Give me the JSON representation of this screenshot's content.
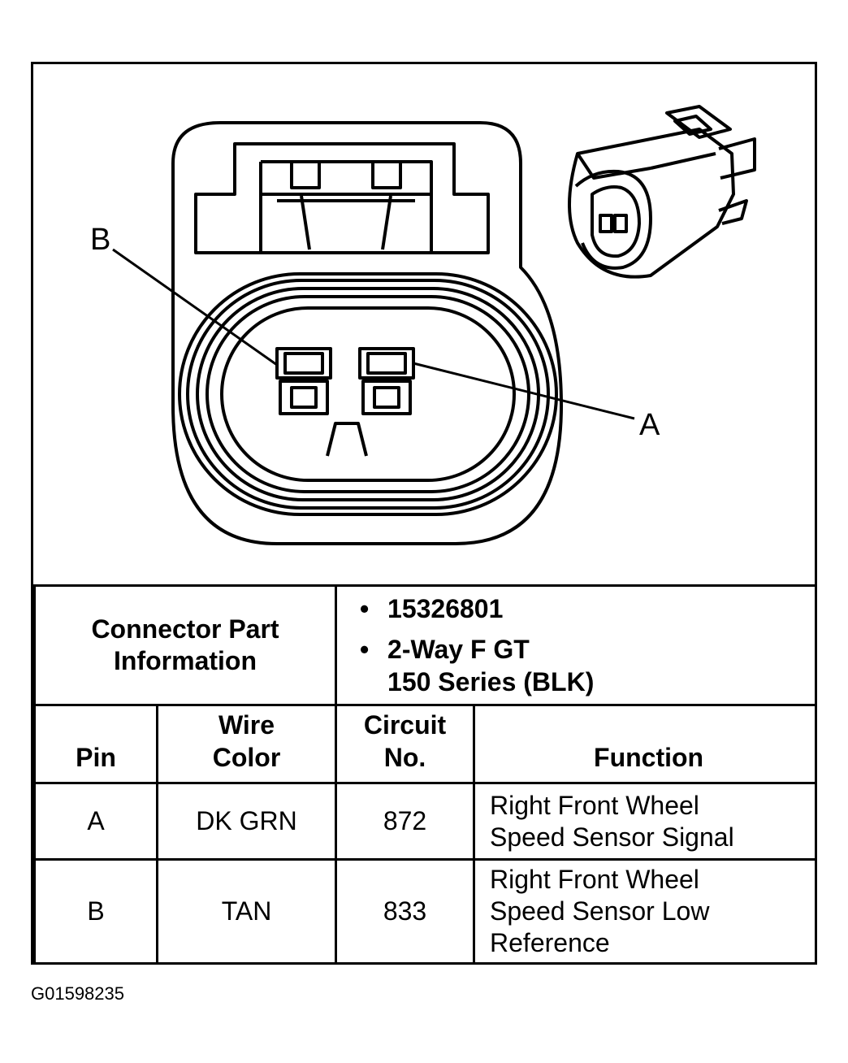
{
  "labels": {
    "pin_b": "B",
    "pin_a": "A"
  },
  "connector_info": {
    "label_line1": "Connector Part",
    "label_line2": "Information",
    "part_number": "15326801",
    "description_line1": "2-Way F GT",
    "description_line2": "150 Series (BLK)"
  },
  "table": {
    "headers": {
      "pin": "Pin",
      "wire_color_line1": "Wire",
      "wire_color_line2": "Color",
      "circuit_line1": "Circuit",
      "circuit_line2": "No.",
      "function": "Function"
    },
    "rows": [
      {
        "pin": "A",
        "wire_color": "DK GRN",
        "circuit": "872",
        "function_lines": [
          "Right Front Wheel",
          "Speed Sensor Signal"
        ]
      },
      {
        "pin": "B",
        "wire_color": "TAN",
        "circuit": "833",
        "function_lines": [
          "Right Front Wheel",
          "Speed Sensor Low",
          "Reference"
        ]
      }
    ]
  },
  "figure_id": "G01598235"
}
